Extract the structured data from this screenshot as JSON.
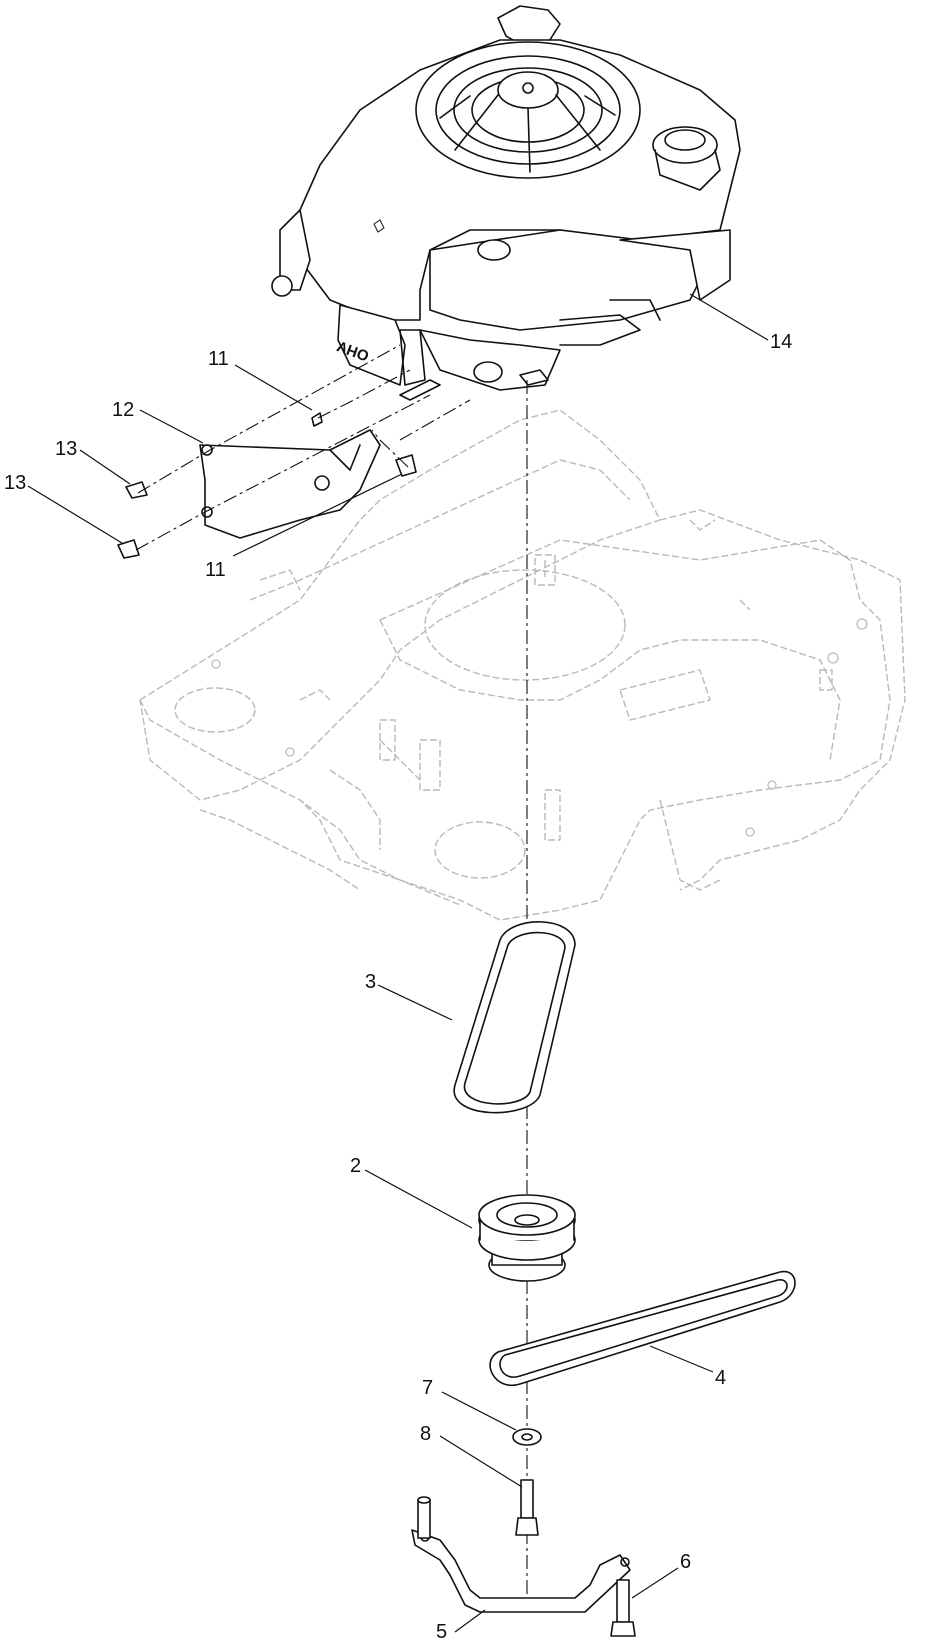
{
  "callouts": [
    {
      "id": "c14",
      "label": "14"
    },
    {
      "id": "c11a",
      "label": "11"
    },
    {
      "id": "c12",
      "label": "12"
    },
    {
      "id": "c13a",
      "label": "13"
    },
    {
      "id": "c13b",
      "label": "13"
    },
    {
      "id": "c11b",
      "label": "11"
    },
    {
      "id": "c3",
      "label": "3"
    },
    {
      "id": "c2",
      "label": "2"
    },
    {
      "id": "c4",
      "label": "4"
    },
    {
      "id": "c7",
      "label": "7"
    },
    {
      "id": "c8",
      "label": "8"
    },
    {
      "id": "c6",
      "label": "6"
    },
    {
      "id": "c5",
      "label": "5"
    }
  ],
  "engine_mark": "OHV",
  "colors": {
    "ink": "#111111",
    "ghost": "#b9b9b9",
    "background": "#ffffff"
  }
}
